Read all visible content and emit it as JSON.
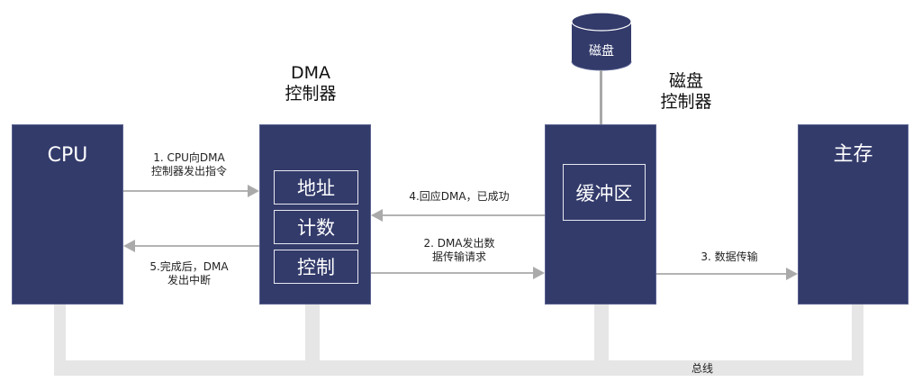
{
  "colors": {
    "box_fill": "#333b6b",
    "box_text": "#ffffff",
    "arrow": "#aaaaaa",
    "bus": "#e6e6e6"
  },
  "nodes": {
    "cpu": {
      "title": "CPU"
    },
    "dma": {
      "caption_line1": "DMA",
      "caption_line2": "控制器",
      "registers": [
        "地址",
        "计数",
        "控制"
      ]
    },
    "disk": {
      "label": "磁盘",
      "icon": "disk-cylinder-icon"
    },
    "disk_controller": {
      "caption_line1": "磁盘",
      "caption_line2": "控制器",
      "buffer": "缓冲区"
    },
    "memory": {
      "title": "主存"
    }
  },
  "edges": [
    {
      "id": "step1",
      "from": "cpu",
      "to": "dma",
      "line1": "1. CPU向DMA",
      "line2": "控制器发出指令"
    },
    {
      "id": "step2",
      "from": "dma",
      "to": "disk_controller",
      "line1": "2. DMA发出数",
      "line2": "据传输请求"
    },
    {
      "id": "step3",
      "from": "disk_controller",
      "to": "memory",
      "line1": "3. 数据传输"
    },
    {
      "id": "step4",
      "from": "disk_controller",
      "to": "dma",
      "line1": "4.回应DMA，已成功"
    },
    {
      "id": "step5",
      "from": "dma",
      "to": "cpu",
      "line1": "5.完成后，DMA",
      "line2": "发出中断"
    }
  ],
  "bus": {
    "label": "总线"
  }
}
